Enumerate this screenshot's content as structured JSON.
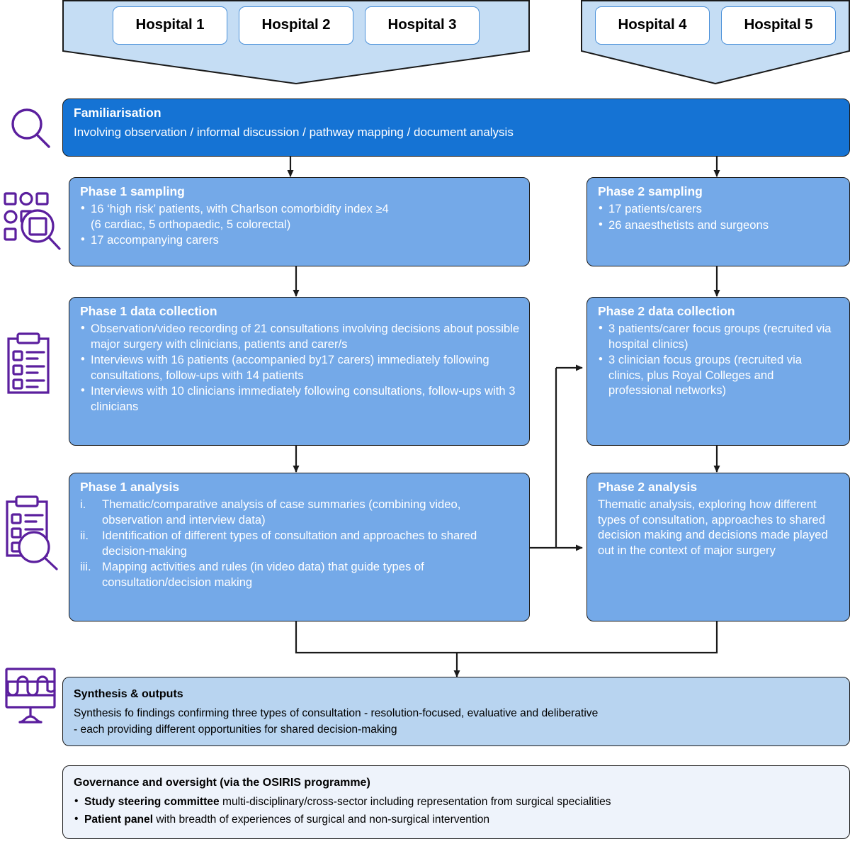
{
  "colors": {
    "banner_fill": "#c5ddf4",
    "familiarisation_fill": "#1573d4",
    "phase_fill": "#74a9e8",
    "synthesis_fill": "#b8d4f0",
    "governance_fill": "#eef3fb",
    "chip_border": "#4a90d9",
    "outline": "#1a1a1a",
    "icon_stroke": "#5b1f9e",
    "text_on_blue": "#ffffff",
    "text_on_light": "#000000"
  },
  "hospital_groups": [
    {
      "name": "phase-1-sites",
      "hospitals": [
        "Hospital 1",
        "Hospital 2",
        "Hospital 3"
      ]
    },
    {
      "name": "phase-2-sites",
      "hospitals": [
        "Hospital 4",
        "Hospital 5"
      ]
    }
  ],
  "familiarisation": {
    "title": "Familiarisation",
    "subtitle": "Involving observation / informal discussion / pathway mapping / document analysis"
  },
  "phase1": {
    "sampling": {
      "title": "Phase 1 sampling",
      "bullets": [
        "16 ‘high risk’ patients, with Charlson comorbidity index ≥4\n(6 cardiac, 5 orthopaedic, 5 colorectal)",
        "17 accompanying carers"
      ]
    },
    "data_collection": {
      "title": "Phase 1 data collection",
      "bullets": [
        "Observation/video recording of 21 consultations involving decisions about possible major surgery with clinicians, patients and carer/s",
        "Interviews with 16 patients (accompanied by17 carers) immediately following consultations, follow-ups with 14 patients",
        "Interviews with 10 clinicians immediately following consultations, follow-ups with 3 clinicians"
      ]
    },
    "analysis": {
      "title": "Phase 1 analysis",
      "items": [
        {
          "marker": "i.",
          "text": "Thematic/comparative analysis of case summaries (combining video, observation and interview data)"
        },
        {
          "marker": "ii.",
          "text": "Identification of different types of consultation and approaches to shared decision-making"
        },
        {
          "marker": "iii.",
          "text": "Mapping activities and rules (in video data) that guide types of consultation/decision making"
        }
      ]
    }
  },
  "phase2": {
    "sampling": {
      "title": "Phase 2 sampling",
      "bullets": [
        "17 patients/carers",
        "26 anaesthetists and surgeons"
      ]
    },
    "data_collection": {
      "title": "Phase 2 data collection",
      "bullets": [
        "3 patients/carer focus groups (recruited via hospital clinics)",
        "3 clinician focus groups (recruited via clinics, plus Royal Colleges and professional networks)"
      ]
    },
    "analysis": {
      "title": "Phase 2 analysis",
      "paragraph": "Thematic analysis, exploring how different types of consultation, approaches to shared decision making and decisions made played out in the context of major surgery"
    }
  },
  "synthesis": {
    "title": "Synthesis & outputs",
    "lines": [
      "Synthesis fo findings confirming three types of consultation - resolution-focused, evaluative and deliberative",
      "- each providing different opportunities for shared decision-making"
    ]
  },
  "governance": {
    "title": "Governance and oversight (via the OSIRIS programme)",
    "bullets": [
      {
        "lead": "Study steering committee",
        "rest": " multi-disciplinary/cross-sector including representation from surgical specialities"
      },
      {
        "lead": "Patient panel",
        "rest": " with breadth of experiences of surgical and non-surgical intervention"
      }
    ]
  },
  "icons": [
    {
      "name": "magnifier-icon",
      "label": "familiarisation"
    },
    {
      "name": "shapes-magnifier-icon",
      "label": "sampling"
    },
    {
      "name": "clipboard-checklist-icon",
      "label": "data-collection"
    },
    {
      "name": "clipboard-magnifier-icon",
      "label": "analysis"
    },
    {
      "name": "monitor-waveform-icon",
      "label": "synthesis"
    }
  ]
}
